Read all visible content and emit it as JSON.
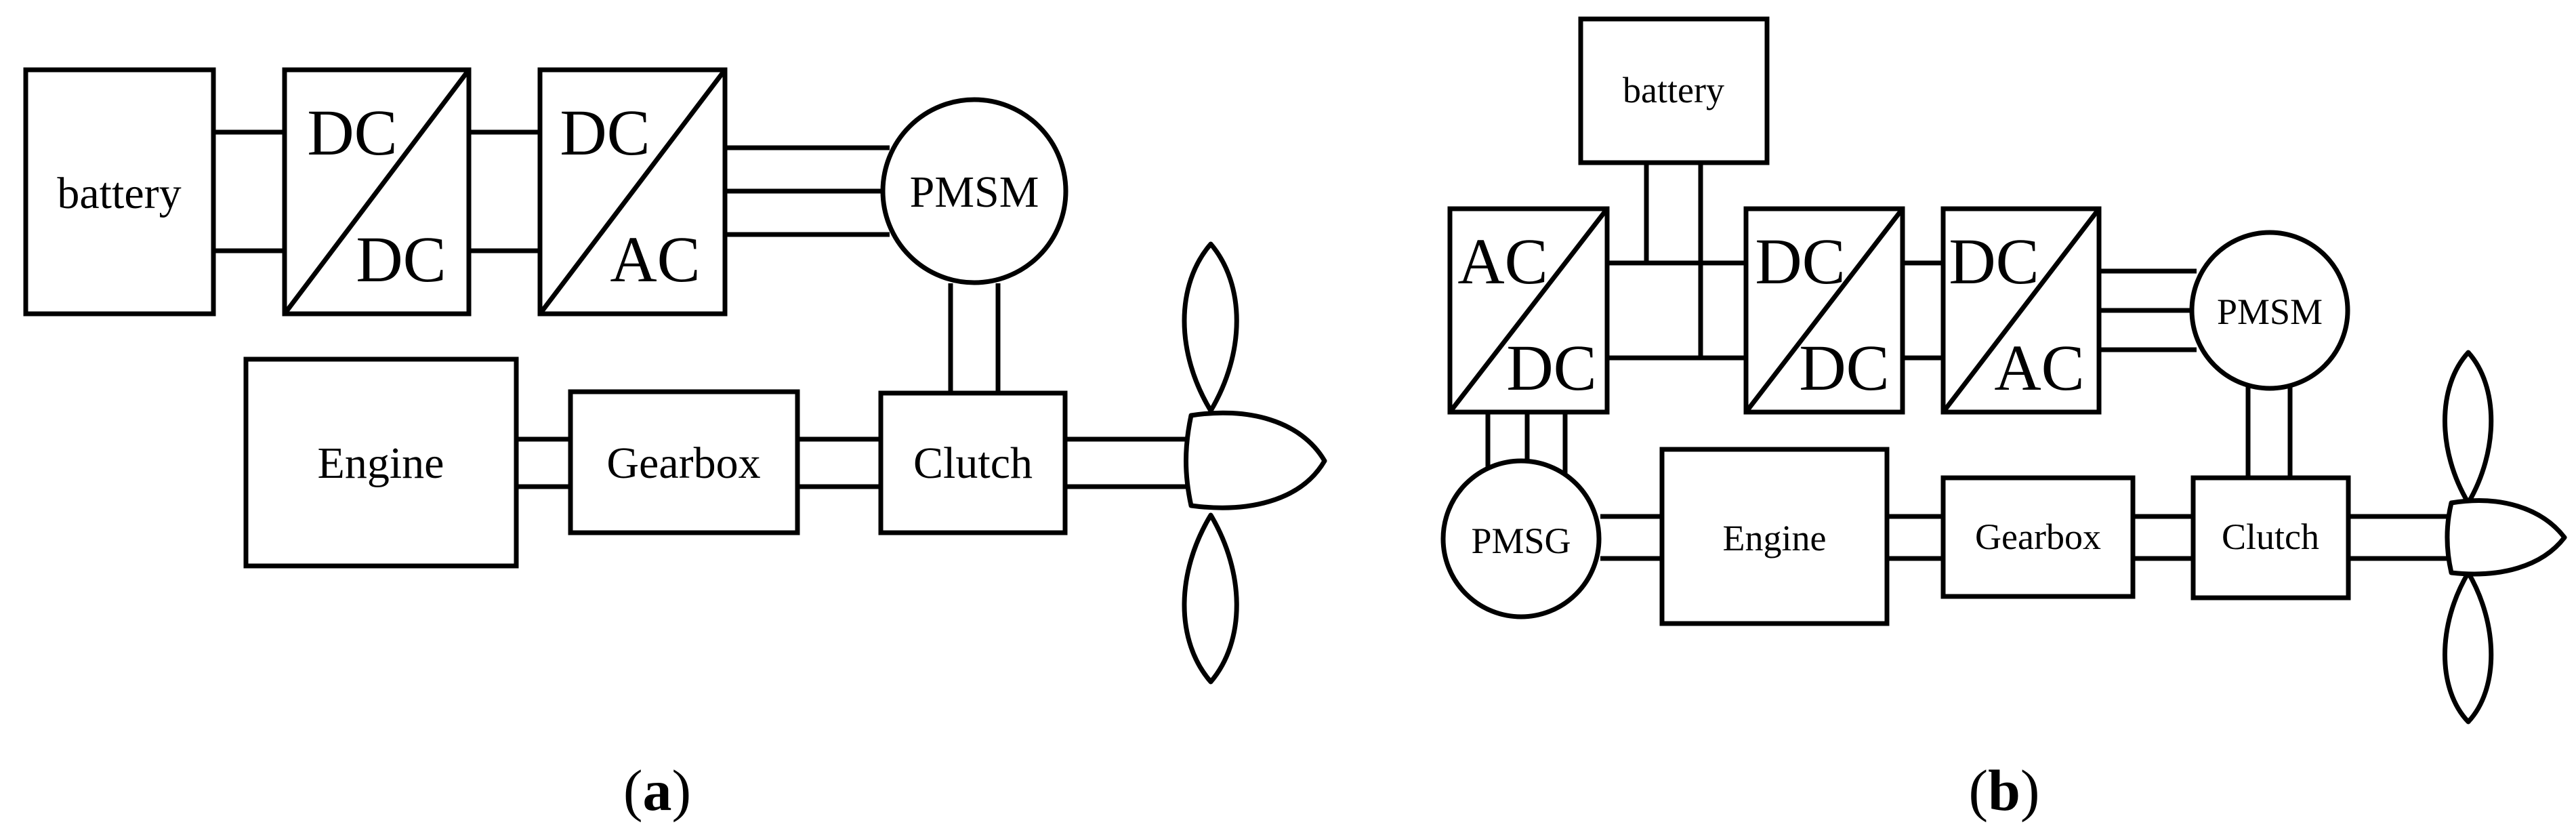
{
  "diagram_a": {
    "caption": {
      "open": "(",
      "letter": "a",
      "close": ")"
    },
    "battery": "battery",
    "dcdc_top": "DC",
    "dcdc_bottom": "DC",
    "dcac_top": "DC",
    "dcac_bottom": "AC",
    "motor": "PMSM",
    "engine": "Engine",
    "gearbox": "Gearbox",
    "clutch": "Clutch"
  },
  "diagram_b": {
    "caption": {
      "open": "(",
      "letter": "b",
      "close": ")"
    },
    "battery": "battery",
    "acdc_top": "AC",
    "acdc_bottom": "DC",
    "dcdc_top": "DC",
    "dcdc_bottom": "DC",
    "dcac_top": "DC",
    "dcac_bottom": "AC",
    "motor": "PMSM",
    "generator": "PMSG",
    "engine": "Engine",
    "gearbox": "Gearbox",
    "clutch": "Clutch"
  }
}
